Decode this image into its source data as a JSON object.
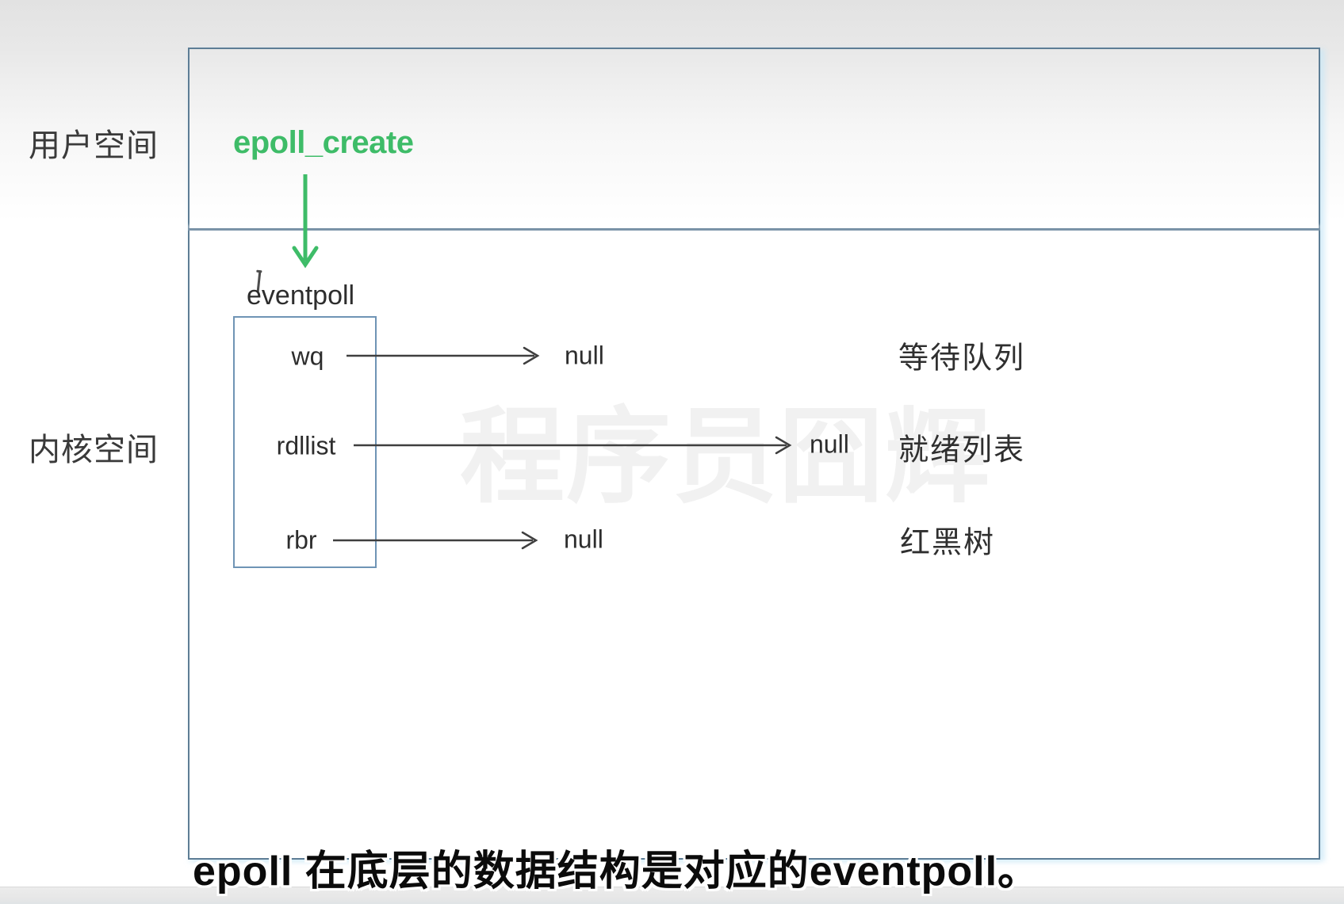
{
  "side_labels": {
    "user_space": "用户空间",
    "kernel_space": "内核空间"
  },
  "diagram": {
    "syscall_label": "epoll_create",
    "struct_label": "eventpoll",
    "fields": [
      {
        "name": "wq",
        "value": "null",
        "annotation": "等待队列"
      },
      {
        "name": "rdllist",
        "value": "null",
        "annotation": "就绪列表"
      },
      {
        "name": "rbr",
        "value": "null",
        "annotation": "红黑树"
      }
    ]
  },
  "watermark_text": "程序员囧辉",
  "caption_text": "epoll 在底层的数据结构是对应的eventpoll。",
  "colors": {
    "accent_green": "#3ebc68",
    "box_border": "#5d7d95",
    "divider": "#7a93a8",
    "inner_border": "#6f94b5",
    "arrow": "#3f3f3f",
    "text": "#2d2d2d",
    "side_label": "#3a3a3a",
    "watermark": "#f1f1f1",
    "caption": "#0b0b0b"
  }
}
